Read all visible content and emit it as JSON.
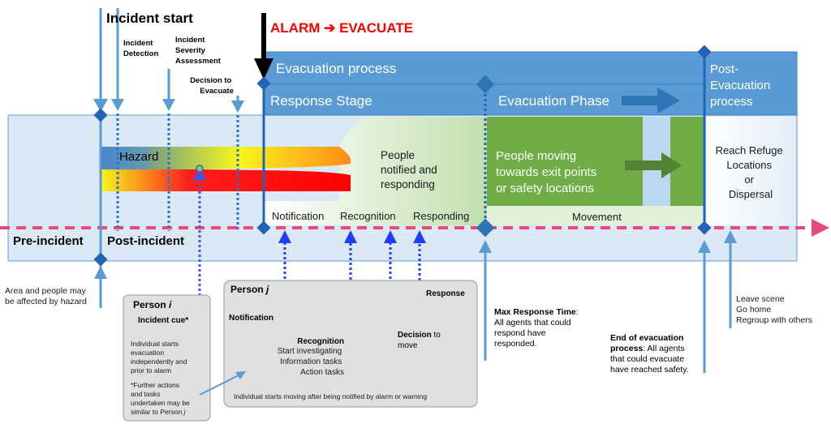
{
  "incident_start": "Incident start",
  "incident_detection": [
    "Incident",
    "Detection"
  ],
  "severity_assessment": [
    "Incident",
    "Severity",
    "Assessment"
  ],
  "decision_to_evacuate": [
    "Decision to",
    "Evacuate"
  ],
  "alarm_evacuate": "ALARM ➔ EVACUATE",
  "evacuation_process": "Evacuation process",
  "response_stage": "Response Stage",
  "evacuation_phase": "Evacuation Phase",
  "post_evacuation": [
    "Post-",
    "Evacuation",
    "process"
  ],
  "hazard": "Hazard",
  "people_notified": [
    "People",
    "notified and",
    "responding"
  ],
  "people_moving": [
    "People moving",
    "towards exit points",
    "or safety locations"
  ],
  "reach_refuge": [
    "Reach Refuge",
    "Locations",
    "or",
    "Dispersal"
  ],
  "stages": {
    "notification": "Notification",
    "recognition": "Recognition",
    "responding": "Responding",
    "movement": "Movement"
  },
  "pre_incident": "Pre-incident",
  "post_incident": "Post-incident",
  "area_note": [
    "Area and people may",
    "be affected by hazard"
  ],
  "person_i": {
    "title_word": "Person ",
    "title_letter": "i",
    "cue": "Incident cue*",
    "desc": [
      "Individual starts",
      "evacuation",
      "independently and",
      "prior to alarm"
    ],
    "note": [
      "*Further actions",
      "and tasks",
      "undertaken may be",
      "similar to Person "
    ],
    "note_letter": "j"
  },
  "person_j": {
    "title_word": "Person ",
    "title_letter": "j",
    "notification": "Notification",
    "recognition_title": "Recognition",
    "recognition_items": [
      "Start investigating",
      "Information tasks",
      "Action tasks"
    ],
    "decision_bold": "Decision",
    "decision_rest": " to",
    "decision_line2": "move",
    "response": "Response",
    "footer": "Individual starts moving after being notified by alarm or warning"
  },
  "max_response": {
    "title": "Max Response Time",
    "colon": ":",
    "lines": [
      "All agents that could",
      "respond have",
      "responded."
    ]
  },
  "end_evac": {
    "title": [
      "End of evacuation",
      "process"
    ],
    "rest": ": All agents",
    "lines": [
      "that could evacuate",
      "have reached safety."
    ]
  },
  "leave_scene": [
    "Leave scene",
    "Go home",
    "Regroup with others"
  ],
  "colors": {
    "blue_band": "#5b9bd5",
    "light_band": "#dbe9f7",
    "green": "#70ad47",
    "dashed_line": "#e84a78",
    "arrow_blue": "#1f3dff",
    "alarm_red": "#ff0000"
  }
}
